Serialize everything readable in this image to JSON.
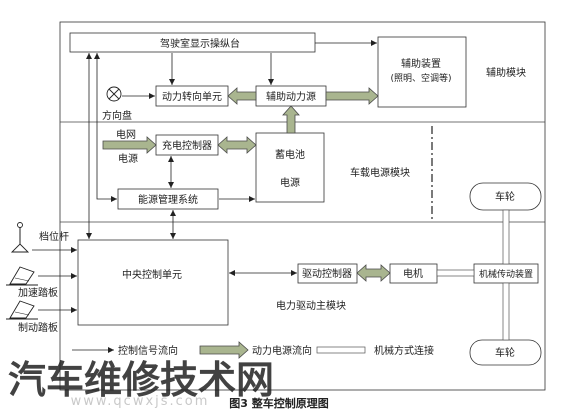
{
  "diagram": {
    "caption": "图3 整车控制原理图",
    "modules": {
      "auxiliary": "辅助模块",
      "onboard_power": "车载电源模块",
      "electric_drive": "电力驱动主模块"
    },
    "blocks": {
      "cab_console": "驾驶室显示操纵台",
      "auxiliary_devices": [
        "辅助装置",
        "(照明、空调等)"
      ],
      "steering_wheel": "方向盘",
      "power_steering_unit": "动力转向单元",
      "auxiliary_power_source": "辅助动力源",
      "grid_power": [
        "电网",
        "电源"
      ],
      "charge_controller": "充电控制器",
      "battery_power": [
        "蓄电池",
        "电源"
      ],
      "energy_management": "能源管理系统",
      "wheel_top": "车轮",
      "wheel_bottom": "车轮",
      "gear_lever": "档位杆",
      "accelerator_pedal": "加速踏板",
      "brake_pedal": "制动踏板",
      "central_control_unit": "中央控制单元",
      "drive_controller": "驱动控制器",
      "motor": "电机",
      "mechanical_transmission": "机械传动装置"
    },
    "legend": {
      "control_signal": "控制信号流向",
      "power_flow": "动力电源流向",
      "mechanical_link": "机械方式连接"
    },
    "watermark": {
      "logo_text": "汽车维修技术网",
      "url": "www.qcwxjs.com"
    },
    "colors": {
      "power_arrow": "#a9b58f",
      "watermark": "#c3ccd8"
    }
  }
}
